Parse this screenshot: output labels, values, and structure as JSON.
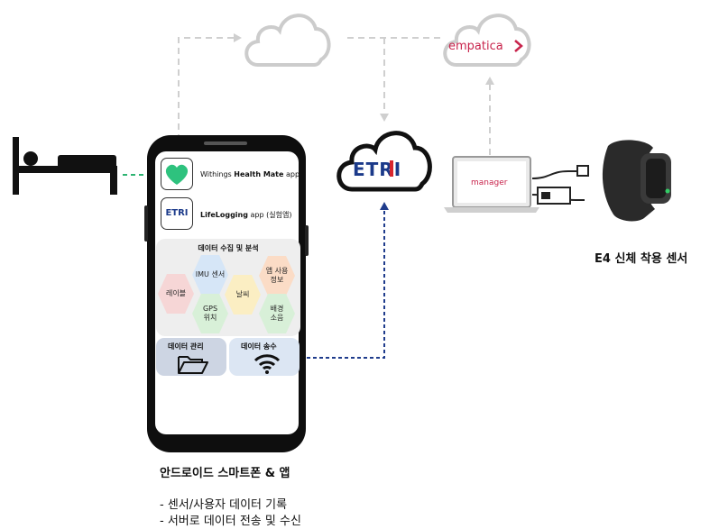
{
  "phone": {
    "app1_name_prefix": "Withings ",
    "app1_name_bold": "Health Mate",
    "app1_name_suffix": " app",
    "app2_name_bold": "LifeLogging",
    "app2_name_suffix": " app (실험앱)",
    "app2_icon_text": "ETRI",
    "panel_title": "데이터 수집 및 분석",
    "hex_labels": {
      "label": "레이블",
      "imu": "IMU 센서",
      "gps_line1": "GPS",
      "gps_line2": "위치",
      "weather": "날씨",
      "app_usage_line1": "앱 사용",
      "app_usage_line2": "정보",
      "bg_sound_line1": "배경",
      "bg_sound_line2": "소음"
    },
    "tile_manage": "데이터 관리",
    "tile_send": "데이터 송수"
  },
  "clouds": {
    "etri_text": "ETRI",
    "empatica_text": "empatica"
  },
  "laptop": {
    "screen_text": "manager"
  },
  "captions": {
    "phone_title": "안드로이드 스마트폰 & 앱",
    "bullet1": "- 센서/사용자 데이터 기록",
    "bullet2": "- 서버로 데이터 전송 및 수신",
    "wearable": "E4 신체 착용 센서"
  },
  "colors": {
    "etri_blue": "#1b3a8a",
    "etri_red": "#d8262e",
    "empatica_red": "#c8244c",
    "dashed_blue": "#1f3c8c",
    "dashed_green": "#2db472",
    "dashed_gray": "#cfcfcf",
    "health_mate_green": "#2ec27e"
  }
}
